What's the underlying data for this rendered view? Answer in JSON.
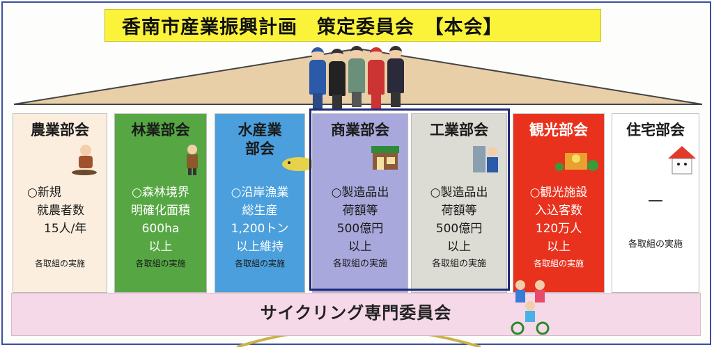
{
  "title": "香南市産業振興計画　策定委員会　【本会】",
  "sections": [
    {
      "title": "農業部会",
      "lines": [
        "○新規",
        "就農者数",
        "15人/年"
      ],
      "note": "各取組の実施",
      "color": "#fbeede"
    },
    {
      "title": "林業部会",
      "lines": [
        "○森林境界",
        "明確化面積",
        "600ha",
        "以上"
      ],
      "note": "各取組の実施",
      "color": "#56a743"
    },
    {
      "title": "水産業",
      "title2": "部会",
      "lines": [
        "○沿岸漁業",
        "総生産",
        "1,200トン",
        "以上維持"
      ],
      "note": "各取組の実施",
      "color": "#4a9fdc"
    },
    {
      "title": "商業部会",
      "lines": [
        "○製造品出",
        "荷額等",
        "500億円",
        "以上"
      ],
      "note": "各取組の実施",
      "color": "#a8a8dc"
    },
    {
      "title": "工業部会",
      "lines": [
        "○製造品出",
        "荷額等",
        "500億円",
        "以上"
      ],
      "note": "各取組の実施",
      "color": "#dcdcd4"
    },
    {
      "title": "観光部会",
      "lines": [
        "○観光施設",
        "入込客数",
        "120万人",
        "以上"
      ],
      "note": "各取組の実施",
      "color": "#e8321e"
    },
    {
      "title": "住宅部会",
      "lines": [
        "—"
      ],
      "note": "各取組の実施",
      "color": "#ffffff"
    }
  ],
  "cycling": "サイクリング専門委員会",
  "icons": [
    "farmer-icon",
    "forester-icon",
    "fish-icon",
    "shop-icon",
    "factory-worker-icon",
    "tourism-icon",
    "house-icon",
    "committee-people-icon",
    "cyclists-icon"
  ]
}
